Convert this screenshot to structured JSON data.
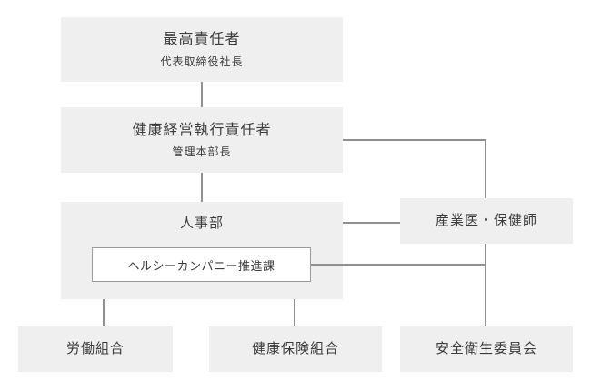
{
  "nodes": {
    "ceo": {
      "title": "最高責任者",
      "subtitle": "代表取締役社長"
    },
    "executive": {
      "title": "健康経営執行責任者",
      "subtitle": "管理本部長"
    },
    "hr": {
      "title": "人事部"
    },
    "promotion": {
      "title": "ヘルシーカンパニー推進課"
    },
    "occupational": {
      "title": "産業医・保健師"
    },
    "union": {
      "title": "労働組合"
    },
    "insurance": {
      "title": "健康保険組合"
    },
    "safety": {
      "title": "安全衛生委員会"
    }
  },
  "edges": [
    {
      "from": "ceo",
      "to": "executive",
      "shape": "vertical"
    },
    {
      "from": "executive",
      "to": "hr",
      "shape": "vertical"
    },
    {
      "from": "executive",
      "to": "occupational",
      "shape": "right-angle-down-into-top"
    },
    {
      "from": "hr",
      "to": "occupational",
      "shape": "horizontal"
    },
    {
      "from": "promotion",
      "to": "occupational-safety-trunk",
      "shape": "horizontal"
    },
    {
      "from": "occupational",
      "to": "safety",
      "shape": "vertical"
    },
    {
      "from": "hr",
      "to": "union",
      "shape": "vertical"
    },
    {
      "from": "hr",
      "to": "insurance",
      "shape": "vertical"
    }
  ],
  "colors": {
    "box_background": "#efefef",
    "inner_box_background": "#ffffff",
    "inner_box_border": "#9b9b9b",
    "connector_line": "#909090",
    "text": "#3b3b3b",
    "page_background": "#ffffff"
  }
}
